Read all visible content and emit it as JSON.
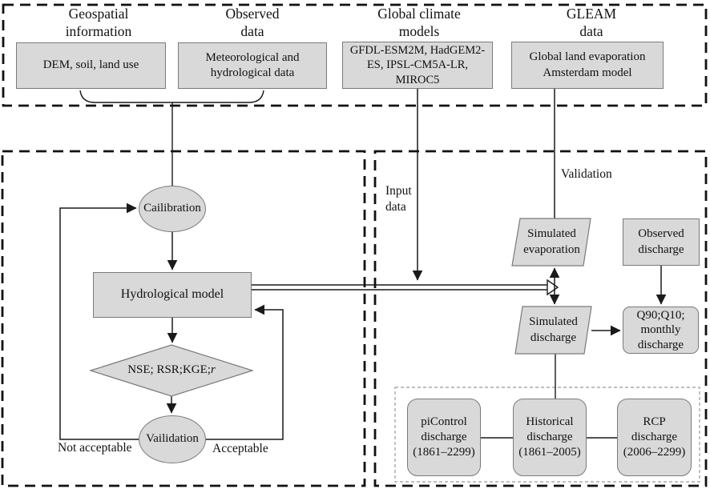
{
  "colors": {
    "node_fill": "#d9d9d9",
    "node_border": "#7a7a7a",
    "line": "#1a1a1a",
    "inner_dash": "#999999"
  },
  "top_section": {
    "geospatial_title": "Geospatial\ninformation",
    "geospatial_box": "DEM, soil, land use",
    "observed_title": "Observed\ndata",
    "observed_box": "Meteorological and\nhydrological data",
    "gcm_title": "Global climate\nmodels",
    "gcm_box": "GFDL-ESM2M, HadGEM2-\nES, IPSL-CM5A-LR,\nMIROC5",
    "gleam_title": "GLEAM\ndata",
    "gleam_box": "Global land evaporation\nAmsterdam model"
  },
  "left_flow": {
    "calibration": "Cailibration",
    "hydrological_model": "Hydrological model",
    "criteria": "NSE; RSR;KGE; ",
    "criteria_r": "r",
    "validation": "Vailidation",
    "not_acceptable": "Not acceptable",
    "acceptable": "Acceptable"
  },
  "right_flow": {
    "input_data_label": "Input\ndata",
    "validation_label": "Validation",
    "simulated_evaporation": "Simulated\nevaporation",
    "observed_discharge": "Observed\ndischarge",
    "simulated_discharge": "Simulated\ndischarge",
    "q_box": "Q90;Q10;\nmonthly\ndischarge",
    "scenarios": [
      {
        "label": "piControl\ndischarge\n(1861–2299)"
      },
      {
        "label": "Historical\ndischarge\n(1861–2005)"
      },
      {
        "label": "RCP\ndischarge\n(2006–2299)"
      }
    ]
  }
}
